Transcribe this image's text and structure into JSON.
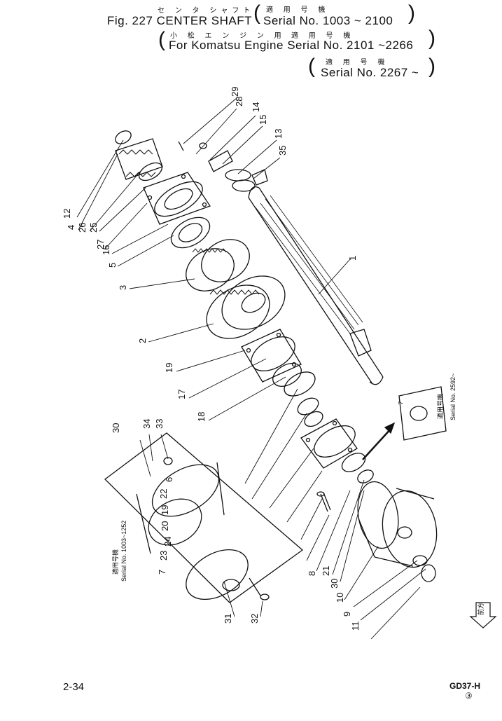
{
  "header": {
    "jp_title": "セ ン タ シャフト",
    "fig_title": "Fig. 227 CENTER SHAFT",
    "jp_applicable_1": "適 用 号 機",
    "serial_1": "Serial No. 1003 ~ 2100",
    "jp_komatsu": "小 松 エ ン ジ ン 用",
    "jp_applicable_2": "適 用 号 機",
    "serial_2": "For Komatsu Engine  Serial No. 2101 ~2266",
    "jp_applicable_3": "適 用 号 機",
    "serial_3": "Serial No. 2267 ~"
  },
  "inset_right": {
    "part": "7",
    "jp": "適用号機",
    "serial": "Serial No. 2592~"
  },
  "inset_left": {
    "jp": "適用号機",
    "serial": "Serial No. 1003~1252"
  },
  "labels": [
    "29",
    "28",
    "14",
    "15",
    "13",
    "35",
    "12",
    "4",
    "26",
    "25",
    "27",
    "16",
    "5",
    "3",
    "1",
    "2",
    "19",
    "17",
    "18",
    "6",
    "22",
    "19",
    "20",
    "24",
    "23",
    "7",
    "8",
    "21",
    "30",
    "10",
    "9",
    "11",
    "30",
    "34",
    "33",
    "31",
    "32"
  ],
  "footer": {
    "page": "2-34",
    "model": "GD37-H",
    "mark": "③",
    "arrow_text": "前方"
  }
}
